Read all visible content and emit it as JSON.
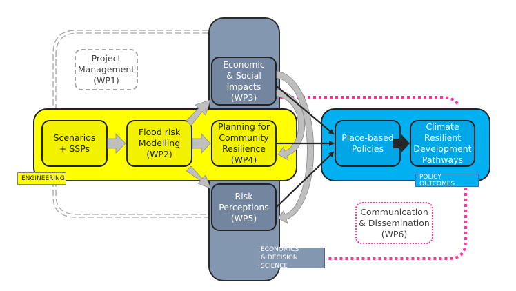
{
  "diagram": {
    "domains": {
      "engineering": {
        "label": "ENGINEERING",
        "color": "#ffff00"
      },
      "economics": {
        "label": "ECONOMICS\n& DECISION SCIENCE",
        "color": "#8497b0"
      },
      "policy": {
        "label": "POLICY OUTCOMES",
        "color": "#00b0f0"
      }
    },
    "nodes": {
      "wp1": {
        "label": "Project\nManagement\n(WP1)"
      },
      "scenarios": {
        "label": "Scenarios\n+ SSPs"
      },
      "wp2": {
        "label": "Flood risk\nModelling\n(WP2)"
      },
      "wp3": {
        "label": "Economic\n& Social\nImpacts (WP3)"
      },
      "wp4": {
        "label": "Planning for\nCommunity\nResilience (WP4)"
      },
      "wp5": {
        "label": "Risk\nPerceptions\n(WP5)"
      },
      "place_based": {
        "label": "Place-based\nPolicies"
      },
      "climate": {
        "label": "Climate Resilient\nDevelopment\nPathways"
      },
      "wp6": {
        "label": "Communication\n& Dissemination\n(WP6)"
      }
    },
    "edges": [
      {
        "from": "scenarios",
        "to": "wp2",
        "style": "gray-block-arrow"
      },
      {
        "from": "wp2",
        "to": "wp4",
        "style": "gray-block-arrow"
      },
      {
        "from": "wp2",
        "to": "wp3",
        "style": "gray-block-arrow"
      },
      {
        "from": "wp2",
        "to": "wp5",
        "style": "gray-block-arrow"
      },
      {
        "from": "wp3",
        "to": "wp4",
        "style": "gray-curved-arrow"
      },
      {
        "from": "wp3",
        "to": "wp5",
        "style": "gray-curved-arrow"
      },
      {
        "from": "wp3",
        "to": "place_based",
        "style": "dark-line-arrow"
      },
      {
        "from": "wp4",
        "to": "place_based",
        "style": "dark-line-arrow"
      },
      {
        "from": "wp5",
        "to": "place_based",
        "style": "dark-line-arrow"
      },
      {
        "from": "place_based",
        "to": "climate",
        "style": "dark-block-arrow"
      }
    ],
    "colors": {
      "management_loop": "#a6a6a6",
      "dissemination_loop": "#ff3399",
      "arrow_gray": "#bfbfbf",
      "arrow_dark": "#262626"
    }
  }
}
